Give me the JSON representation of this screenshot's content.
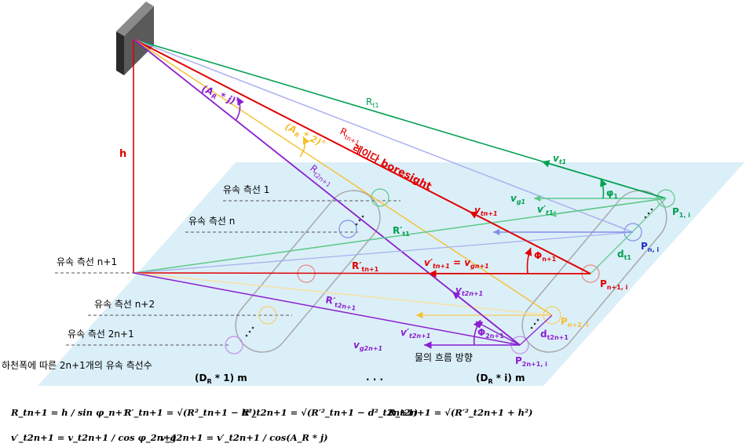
{
  "labels": {
    "h": "h",
    "rt1": "R",
    "rt1_sub": "t1",
    "rtn1": "R",
    "rtn1_sub": "tn+1",
    "rt2n1": "R",
    "rt2n1_sub": "t2n+1",
    "rpt1": "R′",
    "rpt1_sub": "t1",
    "rptn1": "R′",
    "rptn1_sub": "tn+1",
    "rpt2n1": "R′",
    "rpt2n1_sub": "t2n+1",
    "boresight": "레이다 boresight",
    "angle_j": "(A",
    "angle_j_sub": "R",
    "angle_j_tail": " * j)°",
    "angle_2": "(A",
    "angle_2_sub": "R",
    "angle_2_tail": " * 2)°",
    "vt1": "v",
    "vt1_sub": "t1",
    "vg1": "v",
    "vg1_sub": "g1",
    "vpt1": "v′",
    "vpt1_sub": "t1",
    "phi1": "φ",
    "phi1_sub": "1",
    "vtn1": "v",
    "vtn1_sub": "tn+1",
    "vptn1": "v′",
    "vptn1_sub": "tn+1",
    "vptn1_eq": " = v",
    "vptn1_eq_sub": "gn+1",
    "phin1": "Φ",
    "phin1_sub": "n+1",
    "vt2n1": "v",
    "vt2n1_sub": "t2n+1",
    "vpt2n1": "v′",
    "vpt2n1_sub": "t2n+1",
    "phi2n1": "Φ",
    "phi2n1_sub": "2n+1",
    "vg2n1": "v",
    "vg2n1_sub": "g2n+1",
    "dt1": "d",
    "dt1_sub": "t1",
    "dt2n1": "d",
    "dt2n1_sub": "t2n+1",
    "p1i": "P",
    "p1i_sub": "1, i",
    "pni": "P",
    "pni_sub": "n, i",
    "pn1i": "P",
    "pn1i_sub": "n+1, i",
    "pn2i": "P",
    "pn2i_sub": "n+2, i",
    "p2n1i": "P",
    "p2n1i_sub": "2n+1, i",
    "line1": "유속 측선 1",
    "linen": "유속 측선 n",
    "linen1": "유속 측선 n+1",
    "linen2": "유속 측선 n+2",
    "line2n1": "유속 측선 2n+1",
    "count_caption": "하천폭에 따른 2n+1개의 유속 측선수",
    "flow_dir": "물의 흐름 방향",
    "dr1": "(D",
    "dr1_sub": "R",
    "dr1_tail": " * 1) m",
    "dri": "(D",
    "dri_sub": "R",
    "dri_tail": " * i) m",
    "dots": "· · ·"
  },
  "equations": {
    "e1": "R_tn+1 = h / sin φ_n+1",
    "e2": "R′_tn+1 = √(R²_tn+1 − h²)",
    "e3": "R′_t2n+1 = √(R′²_tn+1 − d²_t2n+1)",
    "e4": "R_t2n+1 = √(R′²_t2n+1 + h²)",
    "e5": "v′_t2n+1 = v_t2n+1 / cos φ_2n+1",
    "e6": "v_g2n+1 = v′_t2n+1 / cos(A_R * j)"
  },
  "colors": {
    "water": "#dbeff8",
    "red": "#e00000",
    "green": "#00a050",
    "lightgreen": "#5fc88a",
    "purple": "#8a1fd0",
    "yellow": "#f5c030",
    "blue": "#8090e8",
    "gray": "#909090",
    "pink": "#e88888"
  }
}
